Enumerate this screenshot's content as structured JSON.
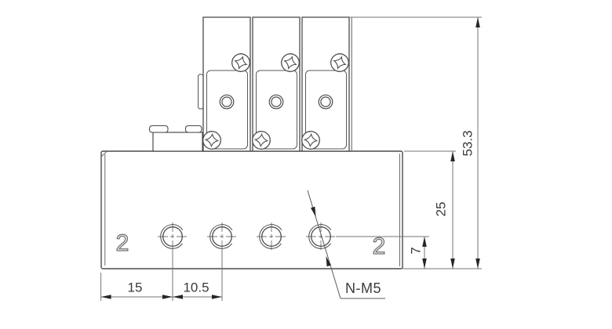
{
  "drawing": {
    "type": "engineering-dimension-drawing",
    "dimensions": {
      "total_height": "53.3",
      "base_height": "25",
      "port_center_to_bottom": "7",
      "edge_to_first_port": "15",
      "port_pitch": "10.5"
    },
    "labels": {
      "thread_callout": "N-M5",
      "port_left": "2",
      "port_right": "2"
    },
    "icons": {
      "phillips_screw": "phillips-screw-icon",
      "pilot_hole": "pilot-hole-icon",
      "threaded_port": "threaded-port-icon"
    },
    "colors": {
      "object_line": "#4c4c4c",
      "dimension_line": "#767676",
      "arrow": "#262626",
      "text": "#3a3a3a",
      "background": "#ffffff"
    }
  }
}
